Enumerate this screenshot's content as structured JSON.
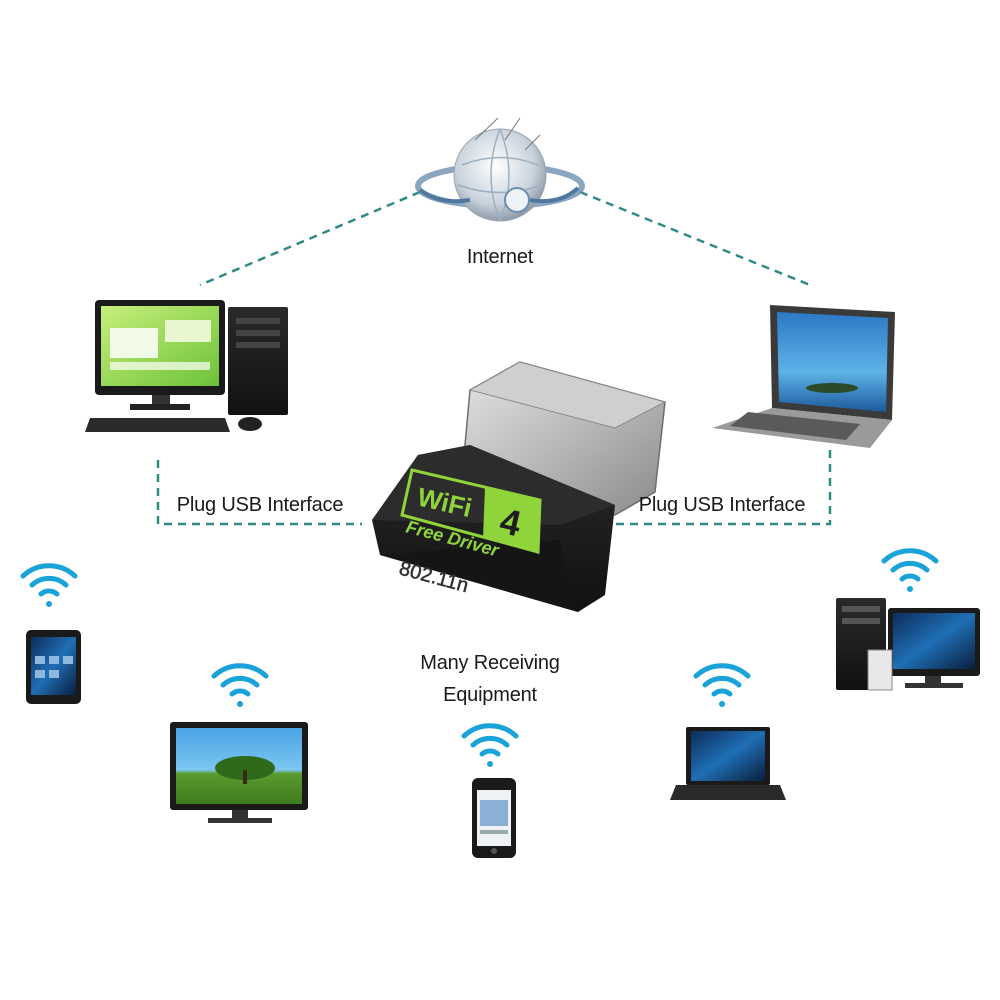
{
  "labels": {
    "internet": "Internet",
    "plug_left": "Plug USB Interface",
    "plug_right": "Plug USB Interface",
    "receiving_line1": "Many Receiving",
    "receiving_line2": "Equipment"
  },
  "adapter": {
    "badge_wifi": "WiFi",
    "badge_number": "4",
    "badge_subtitle": "Free Driver",
    "embossed": "802.11n"
  },
  "colors": {
    "dashed_line": "#2f8a86",
    "wifi_signal": "#1aa3d9",
    "badge_green": "#8fd43a",
    "adapter_body": "#1c1c1c"
  }
}
